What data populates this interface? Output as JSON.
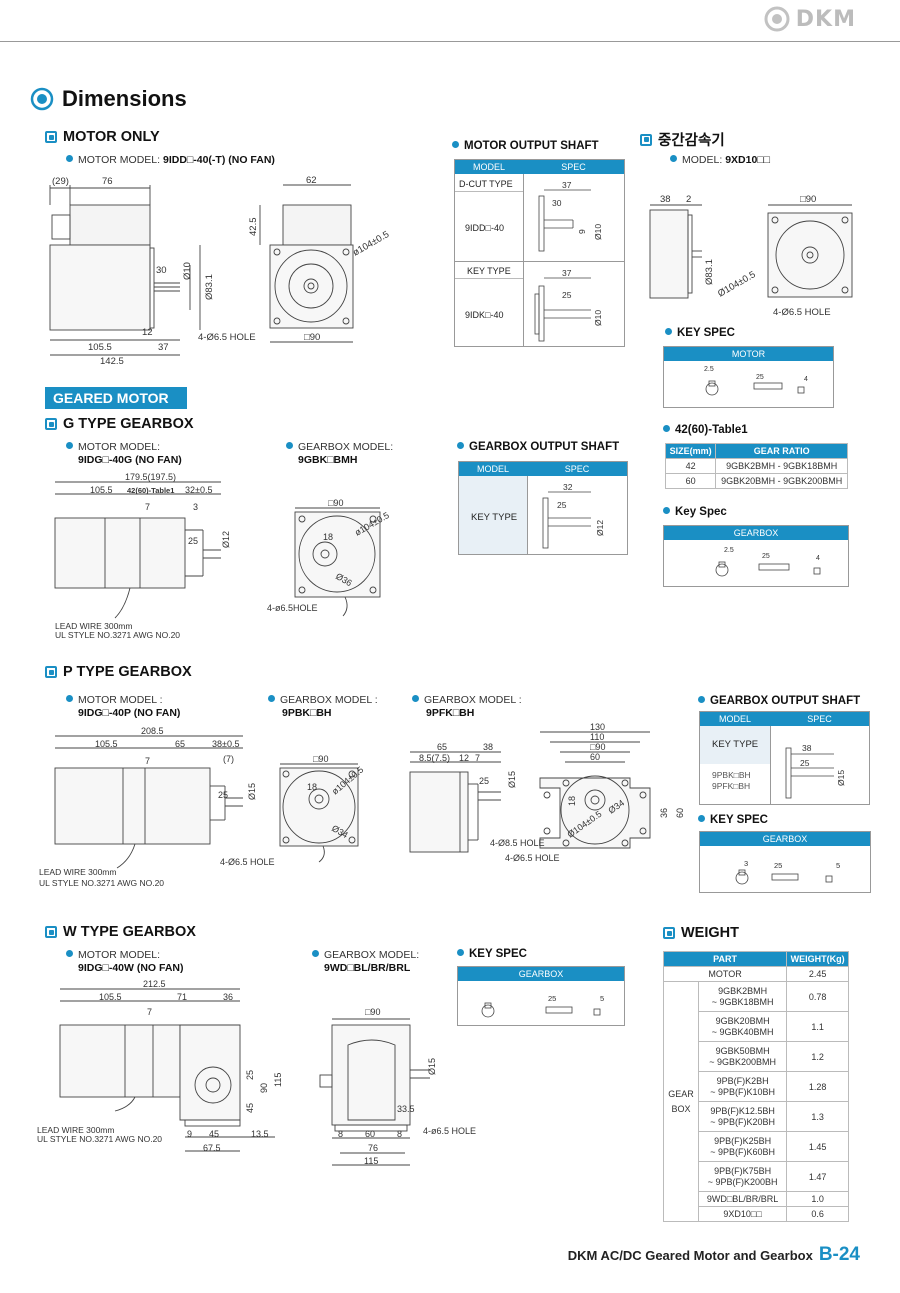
{
  "brand": "DKM",
  "page_title": "Dimensions",
  "motor_only": {
    "heading": "MOTOR ONLY",
    "model_label": "MOTOR MODEL:",
    "model_value": "9IDD□-40(-T) (NO FAN)",
    "dims": {
      "d29": "(29)",
      "d76": "76",
      "d62": "62",
      "d42": "42.5",
      "d30": "30",
      "d10": "Ø10",
      "d83": "Ø83.1",
      "d104": "ø104±0.5",
      "d12": "12",
      "d105": "105.5",
      "d37": "37",
      "d142": "142.5",
      "hole": "4-Ø6.5 HOLE",
      "sq90": "□90"
    }
  },
  "motor_output_shaft": {
    "heading": "MOTOR OUTPUT SHAFT",
    "col_model": "MODEL",
    "col_spec": "SPEC",
    "row1_type": "D-CUT TYPE",
    "row1_model": "9IDD□-40",
    "row2_type": "KEY TYPE",
    "row2_model": "9IDK□-40",
    "dims": {
      "d37": "37",
      "d30": "30",
      "d25": "25",
      "d9": "9",
      "d10": "Ø10"
    }
  },
  "mid_reducer": {
    "heading": "중간감속기",
    "model_label": "MODEL:",
    "model_value": "9XD10□□",
    "dims": {
      "d38": "38",
      "d2": "2",
      "sq90": "□90",
      "d83": "Ø83.1",
      "d104": "Ø104±0.5",
      "hole": "4-Ø6.5 HOLE"
    },
    "key_spec": "KEY SPEC",
    "key_box": "MOTOR",
    "key_dims": {
      "d25": "25",
      "d4": "4"
    }
  },
  "geared_motor": {
    "badge": "GEARED MOTOR"
  },
  "g_type": {
    "heading": "G TYPE GEARBOX",
    "motor_label": "MOTOR MODEL:",
    "motor_value": "9IDG□-40G (NO FAN)",
    "gear_label": "GEARBOX MODEL:",
    "gear_value": "9GBK□BMH",
    "dims": {
      "d179": "179.5(197.5)",
      "d105": "105.5",
      "table": "42(60)-Table1",
      "d32": "32±0.5",
      "d7": "7",
      "d3": "3",
      "d25": "25",
      "d12": "Ø12",
      "sq90": "□90",
      "d104": "ø104±0.5",
      "d18": "18",
      "d36": "Ø36",
      "hole": "4-ø6.5HOLE"
    },
    "lead1": "LEAD WIRE 300mm",
    "lead2": "UL STYLE NO.3271 AWG NO.20",
    "out_heading": "GEARBOX OUTPUT SHAFT",
    "out_col_model": "MODEL",
    "out_col_spec": "SPEC",
    "out_type": "KEY TYPE",
    "out_dims": {
      "d32": "32",
      "d25": "25",
      "d12": "Ø12"
    },
    "table1_heading": "42(60)-Table1",
    "table1_cols": [
      "SIZE(mm)",
      "GEAR RATIO"
    ],
    "table1_rows": [
      [
        "42",
        "9GBK2BMH - 9GBK18BMH"
      ],
      [
        "60",
        "9GBK20BMH - 9GBK200BMH"
      ]
    ],
    "key_spec": "Key Spec",
    "key_box": "GEARBOX",
    "key_dims": {
      "d25": "25",
      "d4": "4"
    }
  },
  "p_type": {
    "heading": "P TYPE GEARBOX",
    "motor_label": "MOTOR MODEL :",
    "motor_value": "9IDG□-40P (NO FAN)",
    "gear1_label": "GEARBOX MODEL :",
    "gear1_value": "9PBK□BH",
    "gear2_label": "GEARBOX MODEL :",
    "gear2_value": "9PFK□BH",
    "dims": {
      "d208": "208.5",
      "d105": "105.5",
      "d65": "65",
      "d38": "38±0.5",
      "d7": "(7)",
      "d25": "25",
      "d15": "Ø15",
      "sq90": "□90",
      "d104": "ø104±0.5",
      "d18": "18",
      "d34": "Ø34",
      "hole": "4-Ø6.5 HOLE",
      "f65": "65",
      "f38": "38",
      "f8": "8.5(7.5)",
      "f12": "12",
      "f7": "7",
      "f25": "25",
      "f15": "Ø15",
      "f130": "130",
      "f110": "110",
      "f90": "□90",
      "f60": "60",
      "f18": "18",
      "f34": "Ø34",
      "f104": "Ø104±0.5",
      "f36": "36",
      "f60b": "60",
      "fhole1": "4-Ø8.5 HOLE",
      "fhole2": "4-Ø6.5 HOLE"
    },
    "lead1": "LEAD WIRE 300mm",
    "lead2": "UL STYLE NO.3271 AWG NO.20",
    "out_heading": "GEARBOX OUTPUT SHAFT",
    "out_col_model": "MODEL",
    "out_col_spec": "SPEC",
    "out_type": "KEY TYPE",
    "out_m1": "9PBK□BH",
    "out_m2": "9PFK□BH",
    "out_dims": {
      "d38": "38",
      "d25": "25",
      "d15": "Ø15"
    },
    "key_spec": "KEY SPEC",
    "key_box": "GEARBOX",
    "key_dims": {
      "d3": "3",
      "d25": "25",
      "d5": "5"
    }
  },
  "w_type": {
    "heading": "W TYPE GEARBOX",
    "motor_label": "MOTOR MODEL:",
    "motor_value": "9IDG□-40W (NO FAN)",
    "gear_label": "GEARBOX MODEL:",
    "gear_value": "9WD□BL/BR/BRL",
    "dims": {
      "d212": "212.5",
      "d105": "105.5",
      "d71": "71",
      "d36": "36",
      "d7": "7",
      "d25": "25",
      "d90": "90",
      "d45": "45",
      "d115": "115",
      "d9": "9",
      "d45b": "45",
      "d13": "13.5",
      "d67": "67.5",
      "sq90": "□90",
      "d15": "Ø15",
      "d33": "33.5",
      "d8a": "8",
      "d60": "60",
      "d8b": "8",
      "d76": "76",
      "d115b": "115",
      "hole": "4-ø6.5 HOLE"
    },
    "lead1": "LEAD WIRE 300mm",
    "lead2": "UL STYLE NO.3271 AWG NO.20",
    "key_spec": "KEY SPEC",
    "key_box": "GEARBOX",
    "key_dims": {
      "d25": "25",
      "d5": "5"
    }
  },
  "weight": {
    "heading": "WEIGHT",
    "cols": [
      "PART",
      "WEIGHT(Kg)"
    ],
    "motor_label": "MOTOR",
    "motor_weight": "2.45",
    "gear_box_label1": "GEAR",
    "gear_box_label2": "BOX",
    "rows": [
      {
        "l1": "9GBK2BMH",
        "l2": "~ 9GBK18BMH",
        "w": "0.78"
      },
      {
        "l1": "9GBK20BMH",
        "l2": "~ 9GBK40BMH",
        "w": "1.1"
      },
      {
        "l1": "9GBK50BMH",
        "l2": "~ 9GBK200BMH",
        "w": "1.2"
      },
      {
        "l1": "9PB(F)K2BH",
        "l2": "~ 9PB(F)K10BH",
        "w": "1.28"
      },
      {
        "l1": "9PB(F)K12.5BH",
        "l2": "~ 9PB(F)K20BH",
        "w": "1.3"
      },
      {
        "l1": "9PB(F)K25BH",
        "l2": "~ 9PB(F)K60BH",
        "w": "1.45"
      },
      {
        "l1": "9PB(F)K75BH",
        "l2": "~ 9PB(F)K200BH",
        "w": "1.47"
      },
      {
        "l1": "9WD□BL/BR/BRL",
        "l2": "",
        "w": "1.0"
      },
      {
        "l1": "9XD10□□",
        "l2": "",
        "w": "0.6"
      }
    ]
  },
  "footer": {
    "text": "DKM AC/DC Geared Motor and Gearbox",
    "page": "B-24"
  }
}
